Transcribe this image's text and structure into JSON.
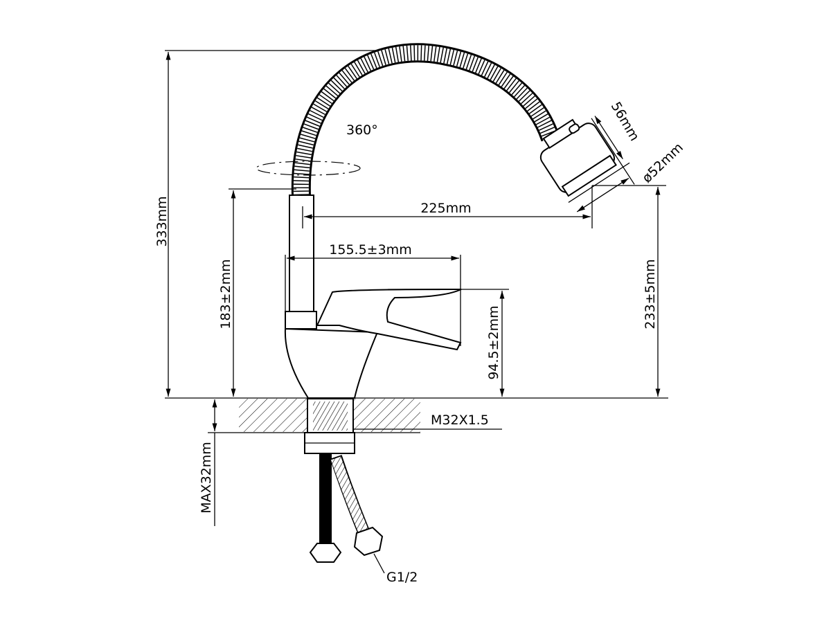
{
  "title": "Faucet dimension drawing",
  "labels": {
    "total_height": "333mm",
    "rotation": "360°",
    "head_length": "56mm",
    "head_diameter": "ø52mm",
    "reach": "225mm",
    "handle_reach": "155.5±3mm",
    "spout_height": "183±2mm",
    "handle_height": "94.5±2mm",
    "outlet_height": "233±5mm",
    "thread": "M32X1.5",
    "max_counter": "MAX32mm",
    "connection": "G1/2"
  }
}
